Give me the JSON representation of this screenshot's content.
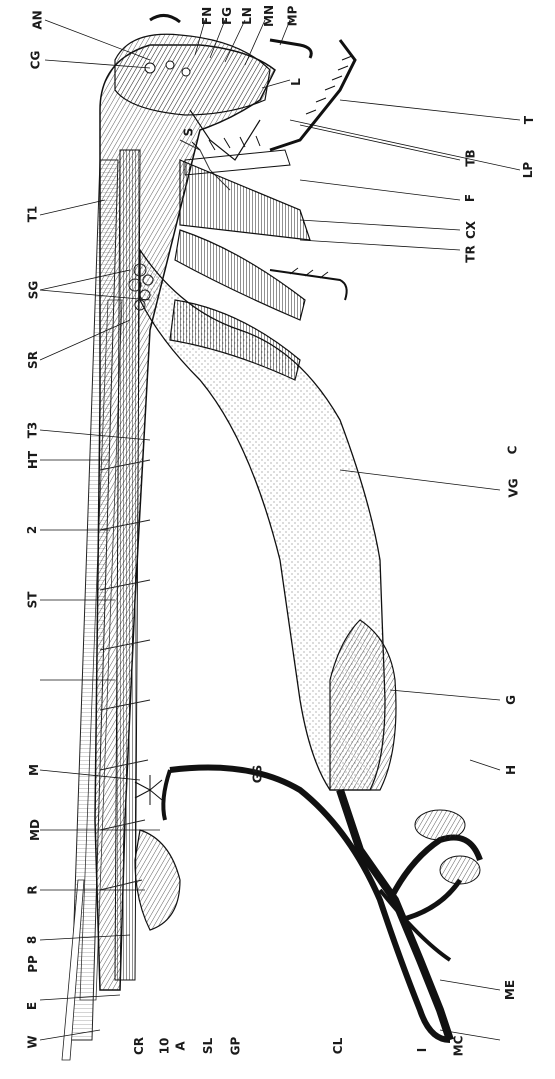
{
  "diagram": {
    "labels": [
      {
        "id": "AN",
        "text": "AN"
      },
      {
        "id": "FN",
        "text": "FN"
      },
      {
        "id": "FG",
        "text": "FG"
      },
      {
        "id": "LN",
        "text": "LN"
      },
      {
        "id": "MN",
        "text": "MN"
      },
      {
        "id": "MP",
        "text": "MP"
      },
      {
        "id": "CG",
        "text": "CG"
      },
      {
        "id": "L",
        "text": "L"
      },
      {
        "id": "T",
        "text": "T"
      },
      {
        "id": "LP",
        "text": "LP"
      },
      {
        "id": "TB",
        "text": "TB"
      },
      {
        "id": "F",
        "text": "F"
      },
      {
        "id": "CX",
        "text": "CX"
      },
      {
        "id": "TR",
        "text": "TR"
      },
      {
        "id": "T1",
        "text": "T1"
      },
      {
        "id": "SG",
        "text": "SG"
      },
      {
        "id": "SR",
        "text": "SR"
      },
      {
        "id": "VG",
        "text": "VG"
      },
      {
        "id": "T3",
        "text": "T3"
      },
      {
        "id": "C",
        "text": "C"
      },
      {
        "id": "HT",
        "text": "HT"
      },
      {
        "id": "2",
        "text": "2"
      },
      {
        "id": "ST",
        "text": "ST"
      },
      {
        "id": "G",
        "text": "G"
      },
      {
        "id": "H",
        "text": "H"
      },
      {
        "id": "M",
        "text": "M"
      },
      {
        "id": "GS",
        "text": "GS"
      },
      {
        "id": "MD",
        "text": "MD"
      },
      {
        "id": "R",
        "text": "R"
      },
      {
        "id": "8",
        "text": "8"
      },
      {
        "id": "PP",
        "text": "PP"
      },
      {
        "id": "E",
        "text": "E"
      },
      {
        "id": "W",
        "text": "W"
      },
      {
        "id": "CR",
        "text": "CR"
      },
      {
        "id": "10",
        "text": "10"
      },
      {
        "id": "A",
        "text": "A"
      },
      {
        "id": "SL",
        "text": "SL"
      },
      {
        "id": "GP",
        "text": "GP"
      },
      {
        "id": "CL",
        "text": "CL"
      },
      {
        "id": "I",
        "text": "I"
      },
      {
        "id": "MC",
        "text": "MC"
      },
      {
        "id": "ME",
        "text": "ME"
      },
      {
        "id": "S",
        "text": "S"
      }
    ]
  }
}
